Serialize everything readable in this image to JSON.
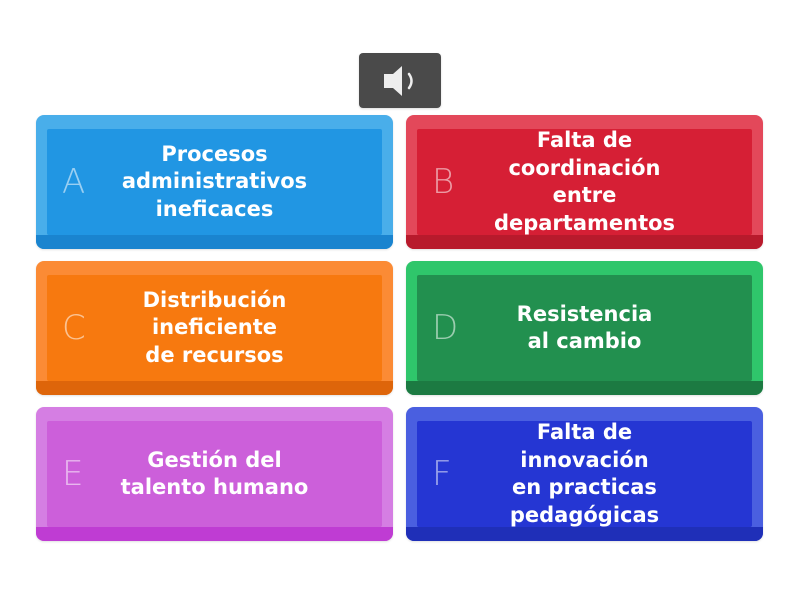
{
  "audio_button": {
    "icon": "speaker-icon",
    "color": "#4a4a4a"
  },
  "cards": [
    {
      "letter": "A",
      "text": "Procesos\nadministrativos\nineficaces",
      "colors": {
        "outer": "#49aeea",
        "face": "#2196e3",
        "bottom": "#1a84cf"
      }
    },
    {
      "letter": "B",
      "text": "Falta de\ncoordinación\nentre\ndepartamentos",
      "colors": {
        "outer": "#e3485a",
        "face": "#d61f35",
        "bottom": "#b81a2c"
      }
    },
    {
      "letter": "C",
      "text": "Distribución\nineficiente\nde recursos",
      "colors": {
        "outer": "#fb8b35",
        "face": "#f7790f",
        "bottom": "#de650a"
      }
    },
    {
      "letter": "D",
      "text": "Resistencia\nal cambio",
      "colors": {
        "outer": "#2fc66b",
        "face": "#22904f",
        "bottom": "#1c7a42"
      }
    },
    {
      "letter": "E",
      "text": "Gestión del\ntalento humano",
      "colors": {
        "outer": "#d57ee3",
        "face": "#cc5fda",
        "bottom": "#bf3cd3"
      }
    },
    {
      "letter": "F",
      "text": "Falta de\ninnovación\nen practicas\npedagógicas",
      "colors": {
        "outer": "#4a5fe0",
        "face": "#2536d3",
        "bottom": "#1f2fb8"
      }
    }
  ]
}
